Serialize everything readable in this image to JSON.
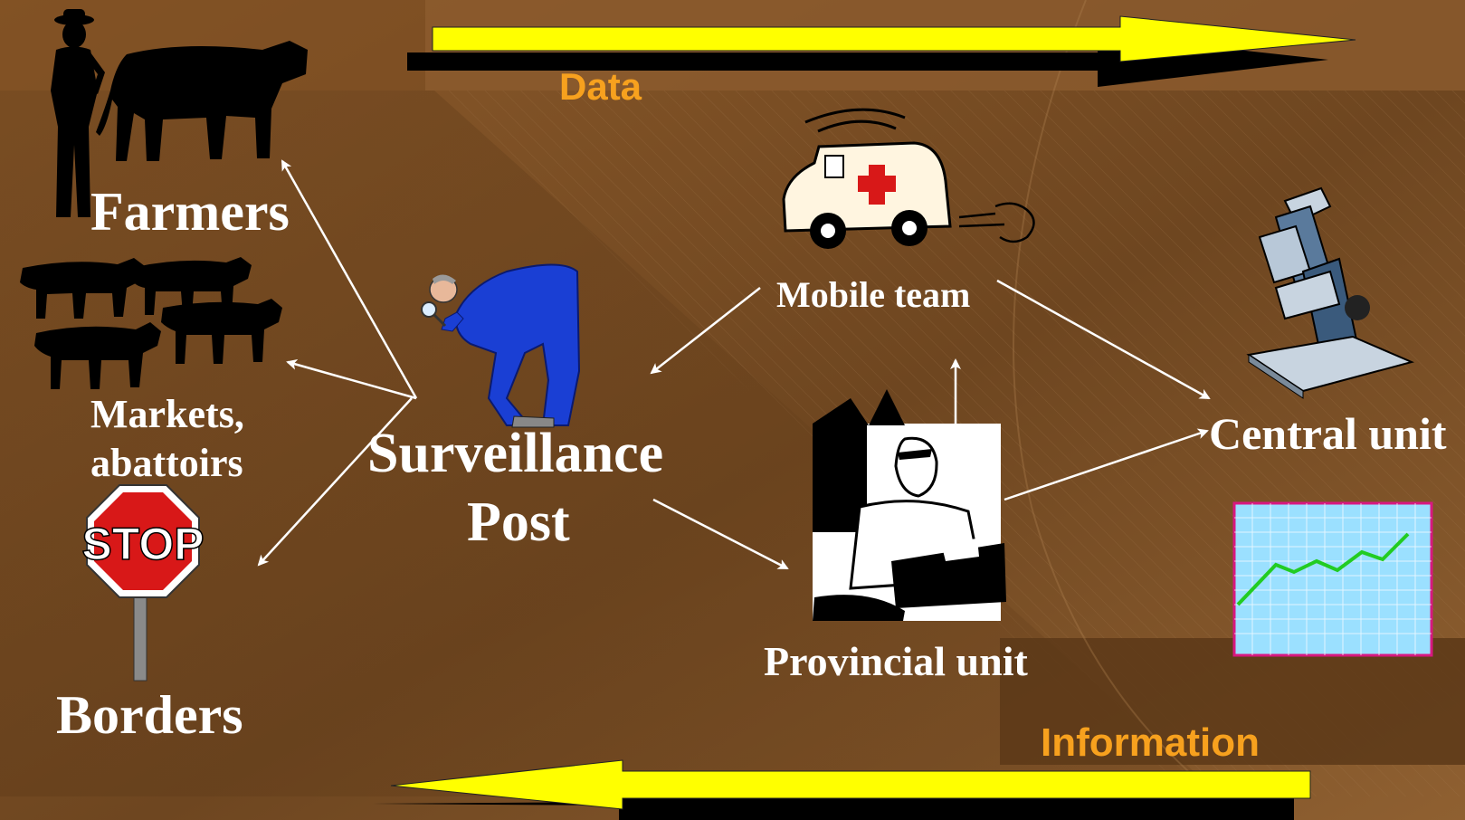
{
  "flow_labels": {
    "top": "Data",
    "bottom": "Information"
  },
  "nodes": {
    "farmers": "Farmers",
    "markets_line1": "Markets,",
    "markets_line2": "abattoirs",
    "borders": "Borders",
    "stop_sign": "STOP",
    "surveillance_line1": "Surveillance",
    "surveillance_line2": "Post",
    "mobile_team": "Mobile team",
    "provincial_unit": "Provincial unit",
    "central_unit": "Central unit"
  },
  "colors": {
    "background": "#7a4f23",
    "arrow_fill": "#ffff00",
    "flow_label": "#f7a11e",
    "text": "#ffffff"
  }
}
